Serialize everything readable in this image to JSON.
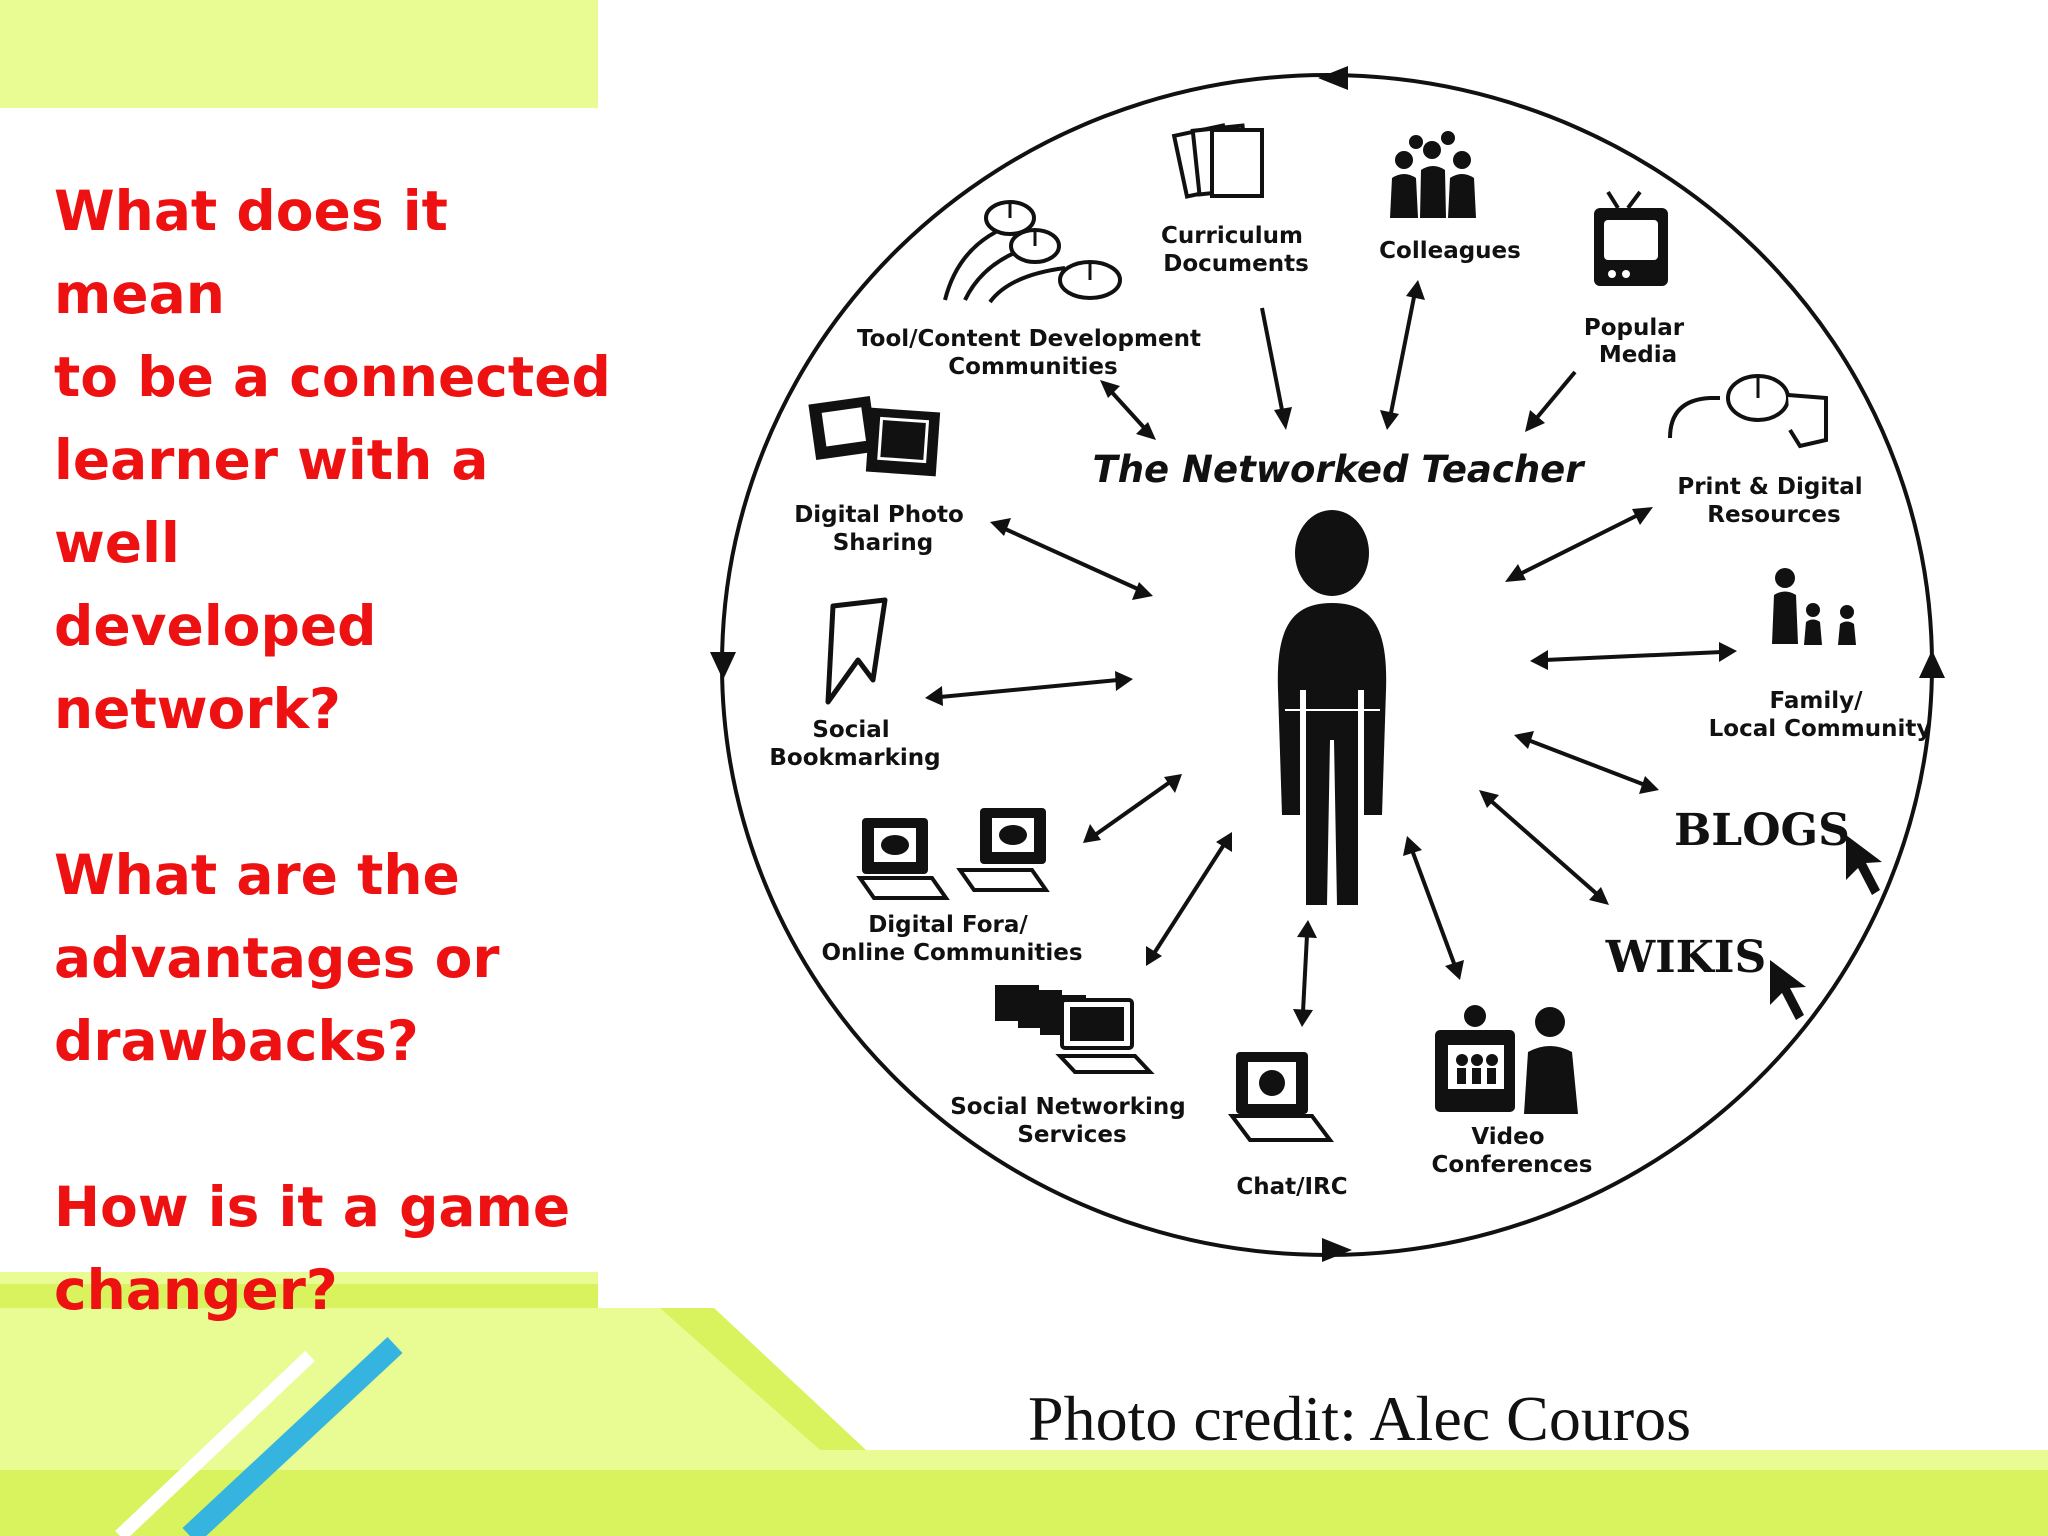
{
  "slide": {
    "questions": [
      "What does it mean\nto be a connected\nlearner with a well\ndeveloped\nnetwork?",
      "What are the\nadvantages or\ndrawbacks?",
      "How is it a game\nchanger?"
    ],
    "photo_credit": "Photo credit: Alec Couros",
    "colors": {
      "question_text": "#ee1111",
      "accent_green": "#d8f35e",
      "accent_blue": "#35b4e0",
      "light_green": "#e9fb93"
    }
  },
  "diagram": {
    "title": "The Networked Teacher",
    "center_icon": "person-silhouette-icon",
    "nodes": [
      {
        "id": "curriculum",
        "label": [
          "Curriculum",
          "Documents"
        ],
        "icon": "documents-icon",
        "arrow": "inward"
      },
      {
        "id": "colleagues",
        "label": [
          "Colleagues"
        ],
        "icon": "people-group-icon",
        "arrow": "two-way"
      },
      {
        "id": "popular-media",
        "label": [
          "Popular",
          "Media"
        ],
        "icon": "television-icon",
        "arrow": "inward"
      },
      {
        "id": "print-digital",
        "label": [
          "Print & Digital",
          "Resources"
        ],
        "icon": "mouse-icon",
        "arrow": "two-way"
      },
      {
        "id": "family",
        "label": [
          "Family/",
          "Local Community"
        ],
        "icon": "family-icon",
        "arrow": "two-way"
      },
      {
        "id": "blogs",
        "label": [
          "BLOGS"
        ],
        "icon": "cursor-icon",
        "arrow": "two-way"
      },
      {
        "id": "wikis",
        "label": [
          "WIKIS"
        ],
        "icon": "cursor-icon",
        "arrow": "two-way"
      },
      {
        "id": "video",
        "label": [
          "Video",
          "Conferences"
        ],
        "icon": "video-conference-icon",
        "arrow": "two-way"
      },
      {
        "id": "chat",
        "label": [
          "Chat/IRC"
        ],
        "icon": "laptop-chat-icon",
        "arrow": "two-way"
      },
      {
        "id": "social-networking",
        "label": [
          "Social Networking",
          "Services"
        ],
        "icon": "computers-icon",
        "arrow": "two-way"
      },
      {
        "id": "digital-fora",
        "label": [
          "Digital Fora/",
          "Online Communities"
        ],
        "icon": "laptops-icon",
        "arrow": "two-way"
      },
      {
        "id": "social-bookmarking",
        "label": [
          "Social",
          "Bookmarking"
        ],
        "icon": "bookmark-icon",
        "arrow": "two-way"
      },
      {
        "id": "digital-photo",
        "label": [
          "Digital Photo",
          "Sharing"
        ],
        "icon": "photos-icon",
        "arrow": "two-way"
      },
      {
        "id": "tool-content",
        "label": [
          "Tool/Content Development",
          "Communities"
        ],
        "icon": "mice-icon",
        "arrow": "two-way"
      }
    ]
  }
}
